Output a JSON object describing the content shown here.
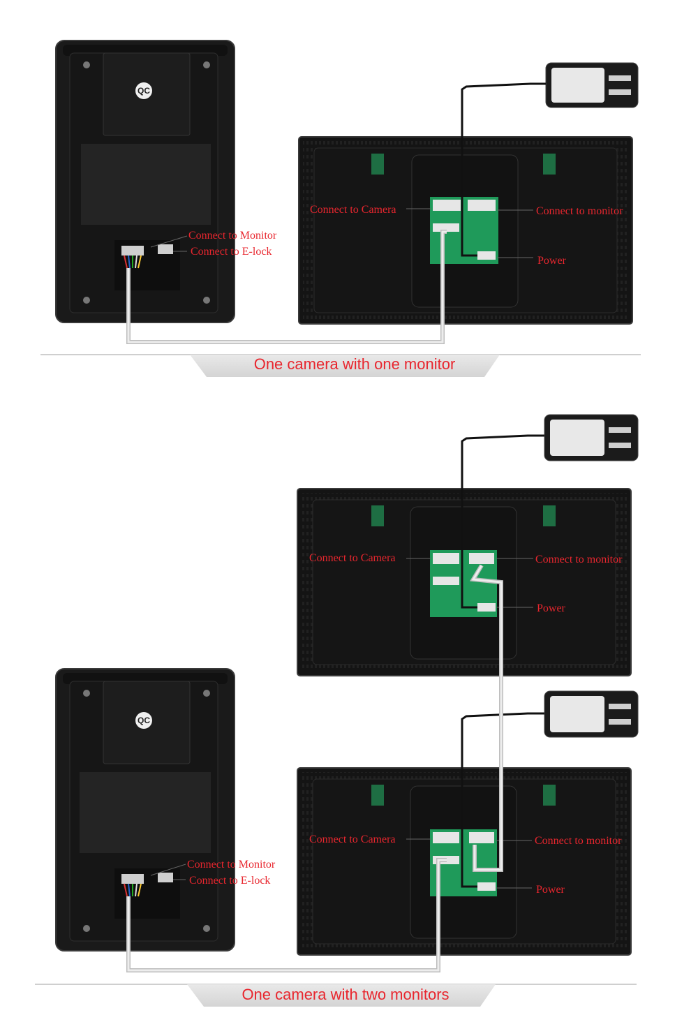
{
  "panels": [
    {
      "caption": "One camera with one monitor",
      "camera": {
        "badge": "QC",
        "label_monitor": "Connect to Monitor",
        "label_elock": "Connect to E-lock"
      },
      "monitors": [
        {
          "label_camera": "Connect to Camera",
          "label_monitor": "Connect to monitor",
          "label_power": "Power"
        }
      ]
    },
    {
      "caption": "One camera with two monitors",
      "camera": {
        "badge": "QC",
        "label_monitor": "Connect to Monitor",
        "label_elock": "Connect to E-lock"
      },
      "monitors": [
        {
          "label_camera": "Connect to Camera",
          "label_monitor": "Connect to monitor",
          "label_power": "Power"
        },
        {
          "label_camera": "Connect to Camera",
          "label_monitor": "Connect to monitor",
          "label_power": "Power"
        }
      ]
    }
  ],
  "colors": {
    "label": "#e8262e",
    "device_body": "#161616",
    "pcb": "#1f9a5a",
    "cable": "#d9d9d9",
    "wire": "#111111"
  },
  "icons": [
    "power-adapter-icon",
    "wire-connector-icon"
  ]
}
